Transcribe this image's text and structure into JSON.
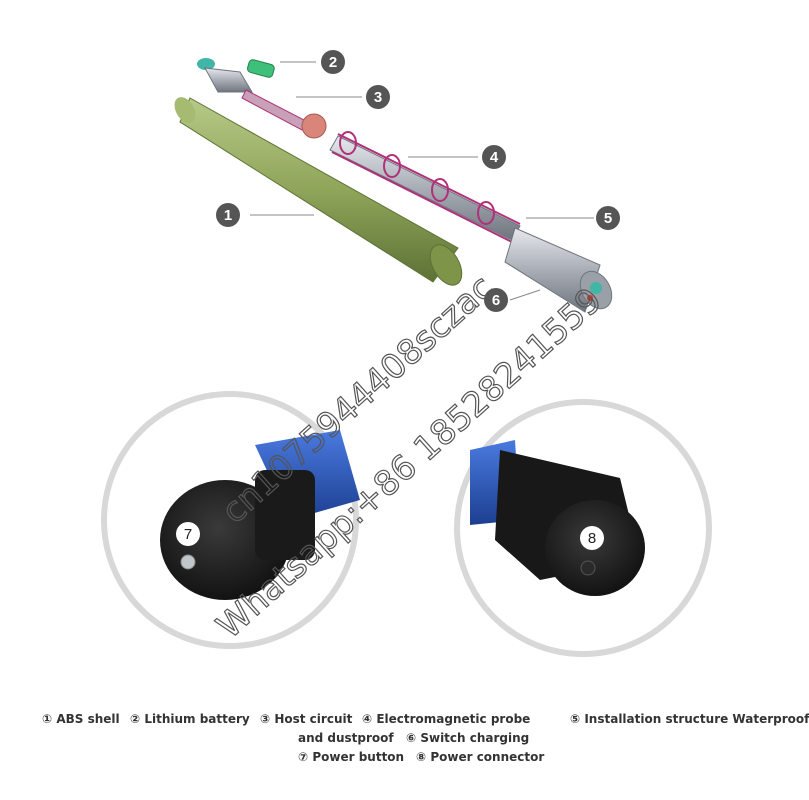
{
  "colors": {
    "shell_green": "#8fa55a",
    "tube_silver": "#b8bcc4",
    "wire_magenta": "#b0307a",
    "battery_green": "#3fc07a",
    "callout_gray": "#555555",
    "motor_blue": "#2a56b8",
    "cap_black": "#161616"
  },
  "callouts": {
    "c1": "1",
    "c2": "2",
    "c3": "3",
    "c4": "4",
    "c5": "5",
    "c6": "6",
    "c7": "7",
    "c8": "8"
  },
  "legend": {
    "l1": "① ABS shell",
    "l2": "② Lithium battery",
    "l3": "③ Host circuit",
    "l4": "④ Electromagnetic probe",
    "l5": "⑤ Installation structure Waterproof",
    "l6": "and dustproof",
    "l7": "⑥ Switch charging",
    "l8": "⑦ Power button",
    "l9": "⑧ Power connector"
  },
  "watermark": {
    "line1": "cn1075944408sczac",
    "line2": "Whatsapp:+86 18528241559"
  }
}
